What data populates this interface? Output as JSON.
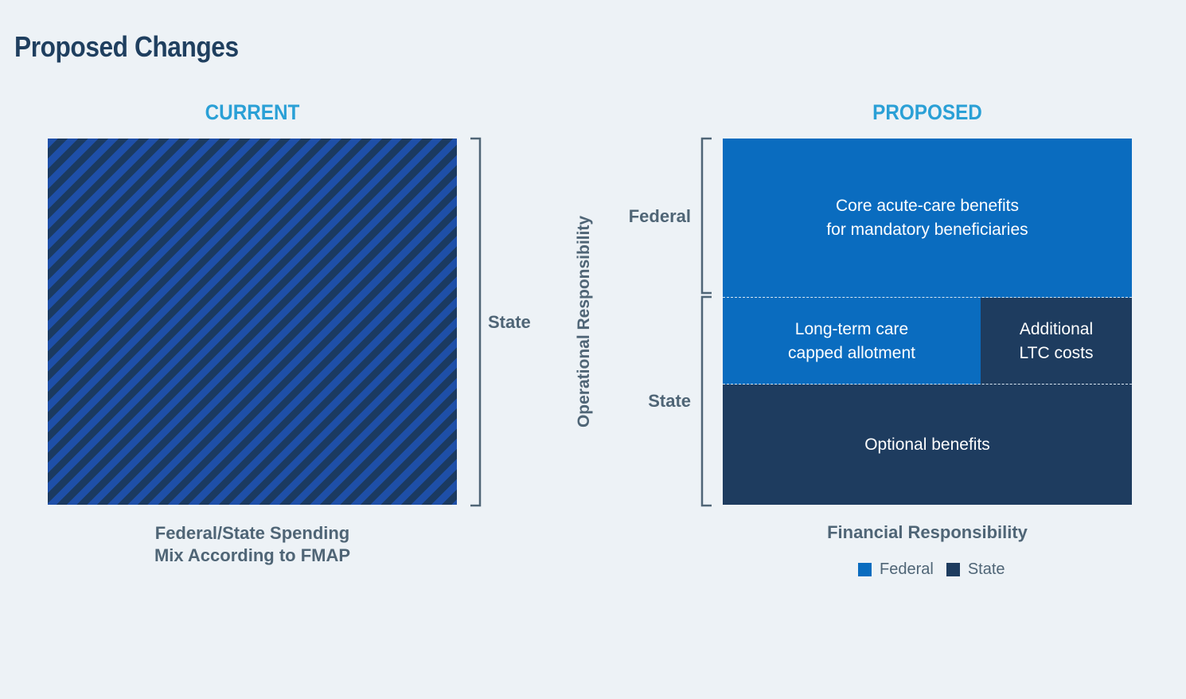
{
  "title": "Proposed Changes",
  "current": {
    "heading": "CURRENT",
    "side_label": "State",
    "caption_line1": "Federal/State Spending",
    "caption_line2": "Mix According to FMAP"
  },
  "proposed": {
    "heading": "PROPOSED",
    "y_axis_label": "Operational Responsibility",
    "x_axis_label": "Financial Responsibility",
    "group_federal": "Federal",
    "group_state": "State",
    "boxes": {
      "core_line1": "Core acute-care benefits",
      "core_line2": "for mandatory beneficiaries",
      "ltc_line1": "Long-term care",
      "ltc_line2": "capped allotment",
      "addl_line1": "Additional",
      "addl_line2": "LTC costs",
      "optional": "Optional benefits"
    }
  },
  "legend": [
    {
      "label": "Federal",
      "color": "#0a6cbf"
    },
    {
      "label": "State",
      "color": "#1e3c5f"
    }
  ],
  "colors": {
    "federal": "#0a6cbf",
    "state": "#1e3c5f",
    "heading_accent": "#2aa0d6",
    "title": "#1f3f5f"
  }
}
